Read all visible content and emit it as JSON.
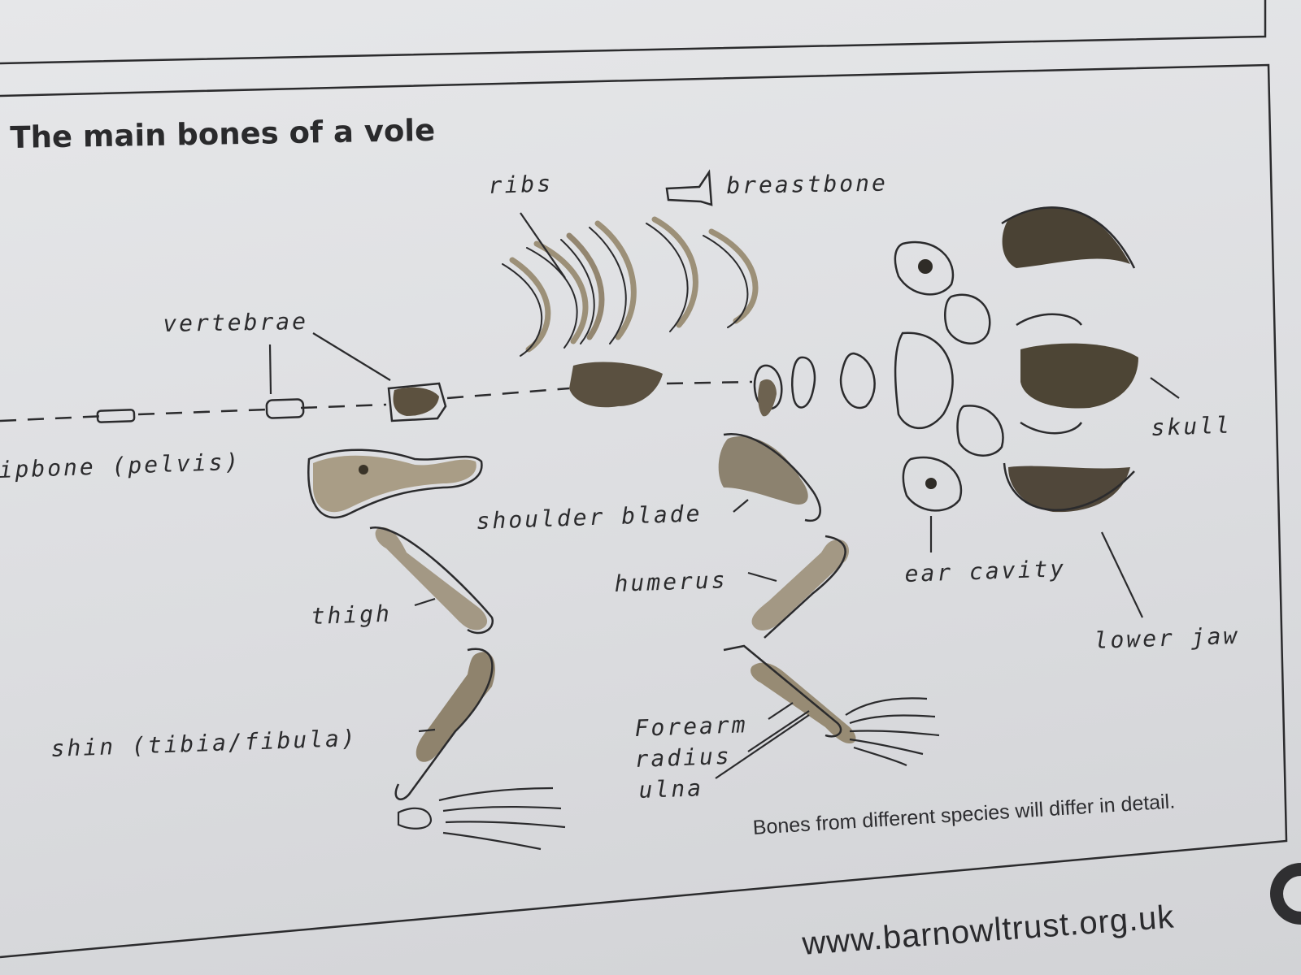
{
  "poster": {
    "title": "The main bones of a vole",
    "note": "Bones from different species will differ in detail.",
    "website": "www.barnowltrust.org.uk"
  },
  "labels": {
    "ribs": "ribs",
    "breastbone": "breastbone",
    "vertebrae": "vertebrae",
    "hipbone": "ipbone (pelvis)",
    "shoulder_blade": "shoulder blade",
    "skull": "skull",
    "ear_cavity": "ear cavity",
    "lower_jaw": "lower jaw",
    "humerus": "humerus",
    "thigh": "thigh",
    "shin": "shin (tibia/fibula)",
    "forearm": "Forearm",
    "radius": "radius",
    "ulna": "ulna"
  },
  "colors": {
    "ink": "#2a2a2c",
    "bone": "#8a7c66",
    "bone_dark": "#4e4536"
  }
}
